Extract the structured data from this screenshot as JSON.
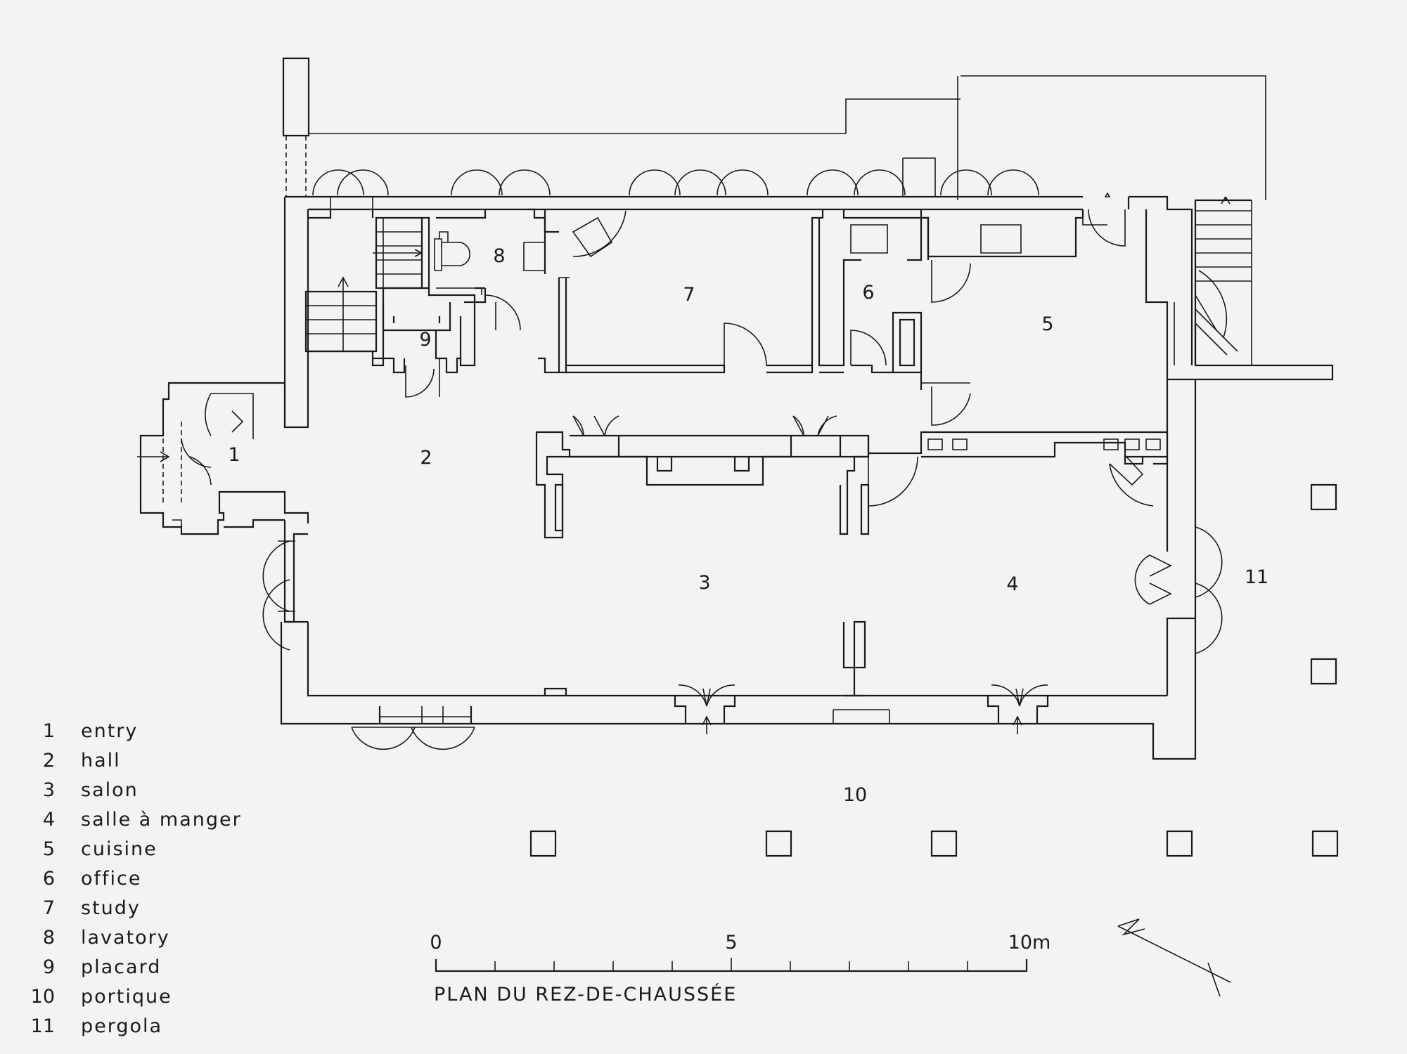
{
  "rooms": [
    {
      "number": "1"
    },
    {
      "number": "2"
    },
    {
      "number": "3"
    },
    {
      "number": "4"
    },
    {
      "number": "5"
    },
    {
      "number": "6"
    },
    {
      "number": "7"
    },
    {
      "number": "8"
    },
    {
      "number": "9"
    },
    {
      "number": "10"
    },
    {
      "number": "11"
    }
  ],
  "legend": [
    {
      "number": "1",
      "label": "entry"
    },
    {
      "number": "2",
      "label": "hall"
    },
    {
      "number": "3",
      "label": "salon"
    },
    {
      "number": "4",
      "label": "salle à manger"
    },
    {
      "number": "5",
      "label": "cuisine"
    },
    {
      "number": "6",
      "label": "office"
    },
    {
      "number": "7",
      "label": "study"
    },
    {
      "number": "8",
      "label": "lavatory"
    },
    {
      "number": "9",
      "label": "placard"
    },
    {
      "number": "10",
      "label": "portique"
    },
    {
      "number": "11",
      "label": "pergola"
    }
  ],
  "scale": {
    "label_0": "0",
    "label_5": "5",
    "label_10": "10m"
  },
  "caption": "PLAN DU REZ-DE-CHAUSSÉE",
  "colors": {
    "ink": "#1a1a1a",
    "paper": "#f3f3f2"
  }
}
